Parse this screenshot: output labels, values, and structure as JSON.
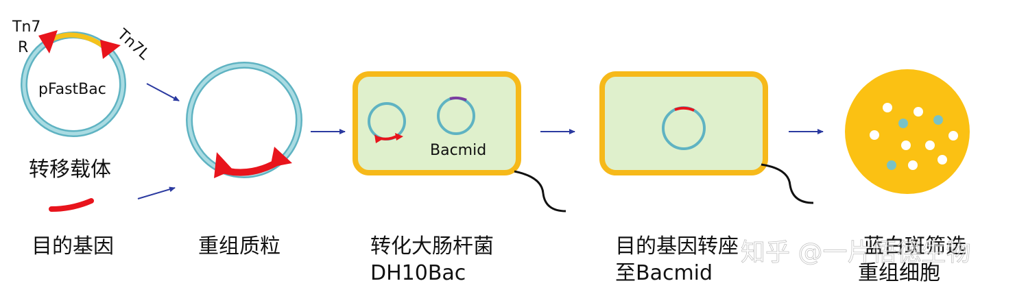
{
  "vector": {
    "name": "pFastBac",
    "left_site": [
      "Tn7",
      "R"
    ],
    "right_site": "Tn7L"
  },
  "captions": {
    "transfer_vector": "转移载体",
    "target_gene": "目的基因",
    "recombinant_plasmid": "重组质粒",
    "transform_line1": "转化大肠杆菌",
    "transform_line2": "DH10Bac",
    "transposition_line1": "目的基因转座",
    "transposition_line2": "至Bacmid",
    "screening_line1": "蓝白斑筛选",
    "screening_line2": "重组细胞"
  },
  "cell_label": "Bacmid",
  "watermark": "知乎 @一片悟德生物",
  "colors": {
    "plasmid_ring": "#87c9d3",
    "plasmid_ring_dark": "#5fb3c2",
    "gene": "#e8141c",
    "vector_arc": "#f5c21b",
    "cell_wall": "#f6b91a",
    "cell_fill": "#dff0cc",
    "bacmid_mark": "#7a3da0",
    "arrow": "#2b3aa0",
    "dish": "#fbc113",
    "blue_colony": "#79c2c6",
    "white_colony": "#ffffff"
  }
}
